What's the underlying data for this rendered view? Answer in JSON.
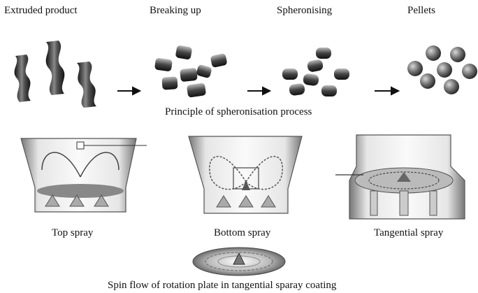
{
  "stages": [
    {
      "label": "Extruded product"
    },
    {
      "label": "Breaking up"
    },
    {
      "label": "Spheronising"
    },
    {
      "label": "Pellets"
    }
  ],
  "process_caption": "Principle of spheronisation process",
  "coaters": [
    {
      "label": "Top spray"
    },
    {
      "label": "Bottom spray"
    },
    {
      "label": "Tangential spray"
    }
  ],
  "bottom_caption": "Spin flow of rotation plate in tangential sparay coating"
}
